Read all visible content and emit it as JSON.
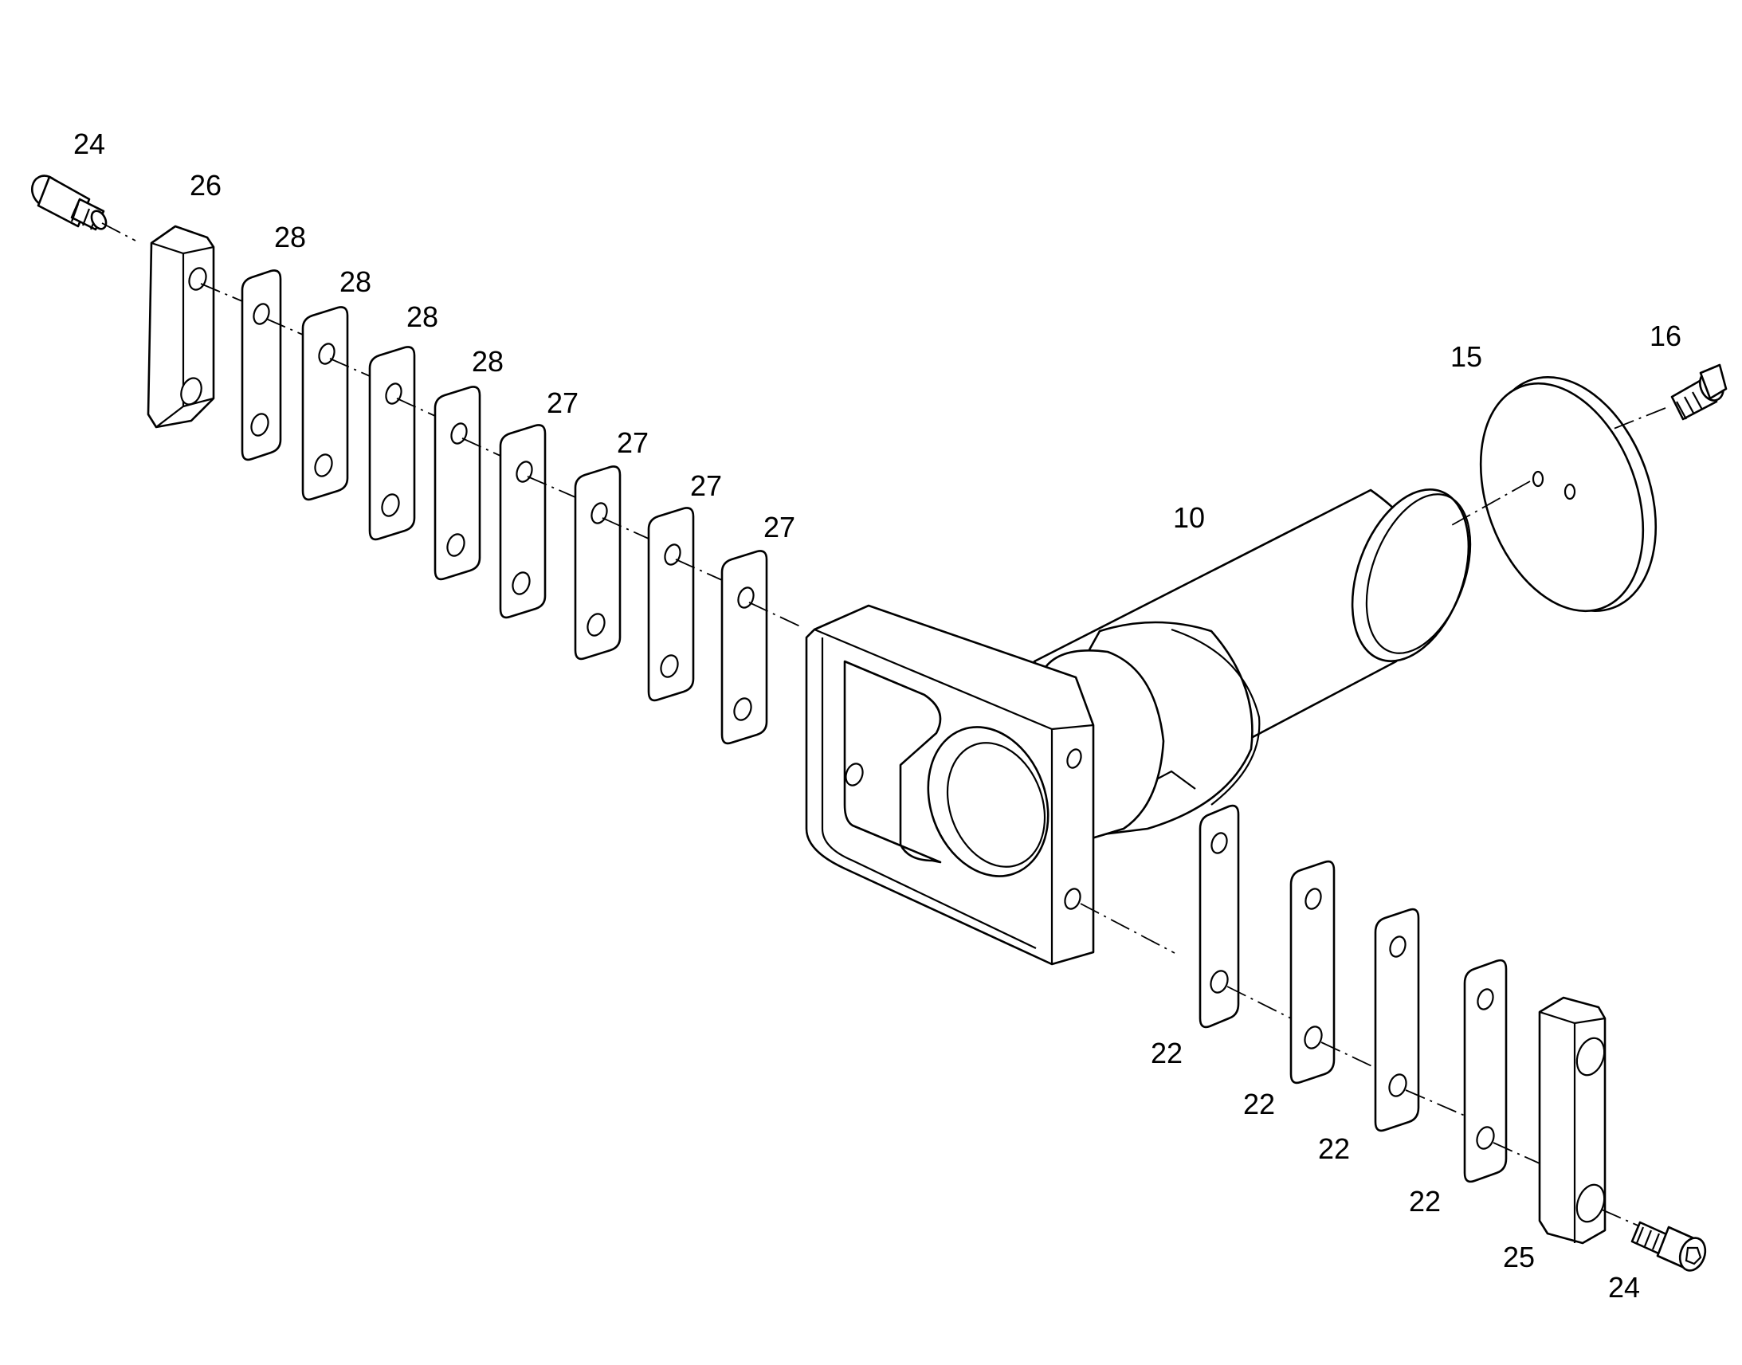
{
  "diagram": {
    "callouts": {
      "c24_top": "24",
      "c26": "26",
      "c28_a": "28",
      "c28_b": "28",
      "c28_c": "28",
      "c28_d": "28",
      "c27_a": "27",
      "c27_b": "27",
      "c27_c": "27",
      "c27_d": "27",
      "c10": "10",
      "c15": "15",
      "c16": "16",
      "c22_a": "22",
      "c22_b": "22",
      "c22_c": "22",
      "c22_d": "22",
      "c25": "25",
      "c24_bottom": "24"
    },
    "colors": {
      "line": "#000000",
      "background": "#ffffff"
    }
  }
}
